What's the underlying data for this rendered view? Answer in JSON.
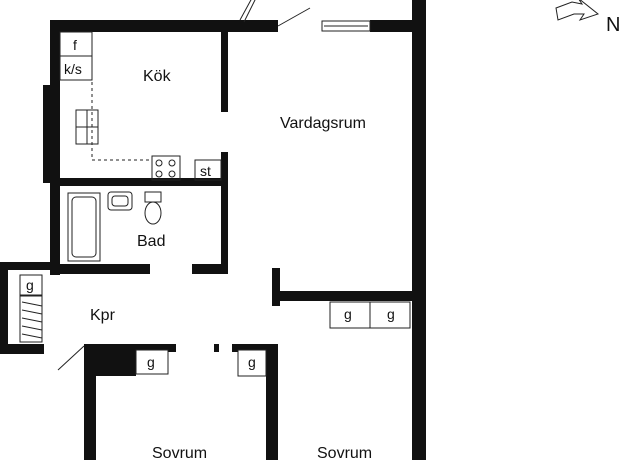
{
  "plan": {
    "rooms": {
      "kitchen": "Kök",
      "living": "Vardagsrum",
      "bath": "Bad",
      "hall": "Kpr",
      "bedroom_1": "Sovrum",
      "bedroom_2": "Sovrum"
    },
    "fixtures": {
      "freezer": "f",
      "fridge_freezer": "k/s",
      "stove": "st",
      "closet": "g"
    },
    "compass": "N"
  },
  "colors": {
    "wall": "#111111",
    "line": "#222222",
    "background": "#ffffff"
  }
}
